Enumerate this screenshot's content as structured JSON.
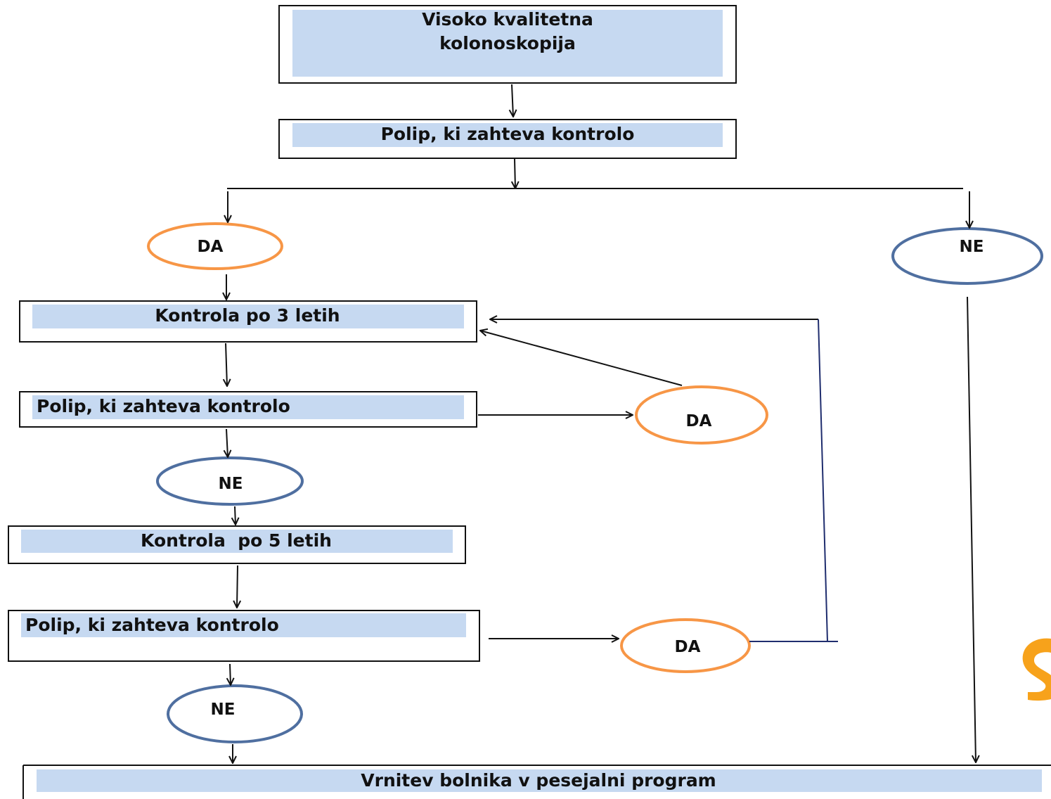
{
  "nodes": {
    "start": {
      "line1": "Visoko kvalitetna",
      "line2": "kolonoskopija"
    },
    "polyp_top": {
      "label": "Polip, ki zahteva kontrolo"
    },
    "da_left": {
      "label": "DA"
    },
    "ne_right": {
      "label": "NE"
    },
    "control_3": {
      "label": "Kontrola po 3 letih"
    },
    "polyp_mid": {
      "label": "Polip, ki zahteva kontrolo"
    },
    "da_mid": {
      "label": "DA"
    },
    "ne_mid": {
      "label": "NE"
    },
    "control_5": {
      "label": "Kontrola  po 5 letih"
    },
    "polyp_low": {
      "label": "Polip, ki zahteva kontrolo"
    },
    "da_low": {
      "label": "DA"
    },
    "ne_low": {
      "label": "NE"
    },
    "end": {
      "label": "Vrnitev bolnika v pesejalni program"
    }
  },
  "colors": {
    "box_fill": "#c6d9f1",
    "yes_oval_stroke": "#f79646",
    "no_oval_stroke": "#4f6fa0",
    "connector": "#111111",
    "feedback_line": "#1f2d6e",
    "corner_logo": "#f7a21b"
  }
}
